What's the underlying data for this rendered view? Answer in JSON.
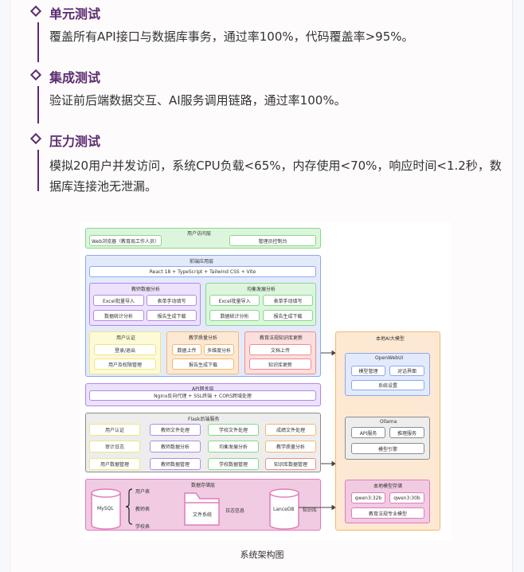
{
  "sections": [
    {
      "title": "单元测试",
      "body": "覆盖所有API接口与数据库事务，通过率100%，代码覆盖率>95%。"
    },
    {
      "title": "集成测试",
      "body": "验证前后端数据交互、AI服务调用链路，通过率100%。"
    },
    {
      "title": "压力测试",
      "body": "模拟20用户并发访问，系统CPU负载<65%，内存使用<70%，响应时间<1.2秒，数据库连接池无泄漏。"
    }
  ],
  "diagram": {
    "access": {
      "title": "用户访问层",
      "items": [
        "Web浏览器（教育局工作人员）",
        "管理员控制台"
      ]
    },
    "frontend": {
      "title": "前端应用层",
      "stack": "React 18 + TypeScript + Tailwind CSS + Vite",
      "teacher": {
        "title": "教师数据分析",
        "items": [
          "Excel批量导入",
          "表单手动填写",
          "数据统计分析",
          "报告生成下载"
        ]
      },
      "balance": {
        "title": "均衡发展分析",
        "items": [
          "Excel批量导入",
          "表单手动填写",
          "数据统计分析",
          "报告生成下载"
        ]
      },
      "auth": {
        "title": "用户认证",
        "items": [
          "登录/退出",
          "用户及权限管理"
        ]
      },
      "quality": {
        "title": "教学质量分析",
        "items": [
          "数据上传",
          "多维度分析",
          "报告生成下载"
        ]
      },
      "law": {
        "title": "教育法规知识库更新",
        "items": [
          "文档上传",
          "知识库更新"
        ]
      }
    },
    "gateway": {
      "title": "API网关层",
      "desc": "Nginx反向代理 + SSL终端 + CORS跨域处理"
    },
    "flask": {
      "title": "Flask后端服务",
      "items": [
        "用户认证",
        "教师文件处理",
        "学校文件处理",
        "成绩文件处理",
        "审计日志",
        "教师数据分析",
        "均衡发展分析",
        "教学质量分析",
        "用户数据管理",
        "教师数据管理",
        "学校数据管理",
        "知识库数据管理"
      ]
    },
    "storage": {
      "title": "数据存储层",
      "mysql": "MySQL",
      "tables": [
        "用户表",
        "教师表",
        "学校表"
      ],
      "fs": "文件系统",
      "log": "日志信息",
      "lancedb": "LanceDB",
      "kb": "知识库"
    },
    "ai": {
      "title": "本地AI大模型",
      "openwebui": {
        "title": "OpenWebUI",
        "items": [
          "模型管理",
          "对话界面",
          "系统设置"
        ]
      },
      "ollama": {
        "title": "Ollama",
        "items": [
          "API服务",
          "推理服务",
          "模型引擎"
        ]
      },
      "store": {
        "title": "本地模型存储",
        "items": [
          "qwen3:32b",
          "qwen3:30b",
          "教育法规专业模型"
        ]
      }
    },
    "caption": "系统架构图"
  }
}
